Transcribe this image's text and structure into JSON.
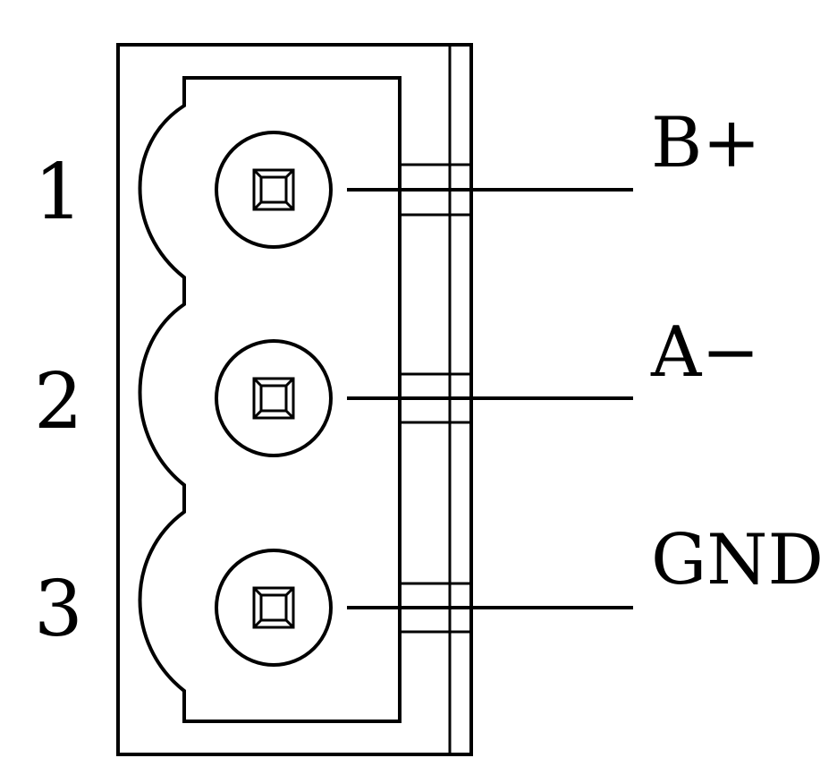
{
  "connector": {
    "pins": [
      {
        "number": "1",
        "signal": "B+"
      },
      {
        "number": "2",
        "signal": "A−"
      },
      {
        "number": "3",
        "signal": "GND"
      }
    ]
  },
  "colors": {
    "line": "#000000",
    "background": "#ffffff"
  }
}
